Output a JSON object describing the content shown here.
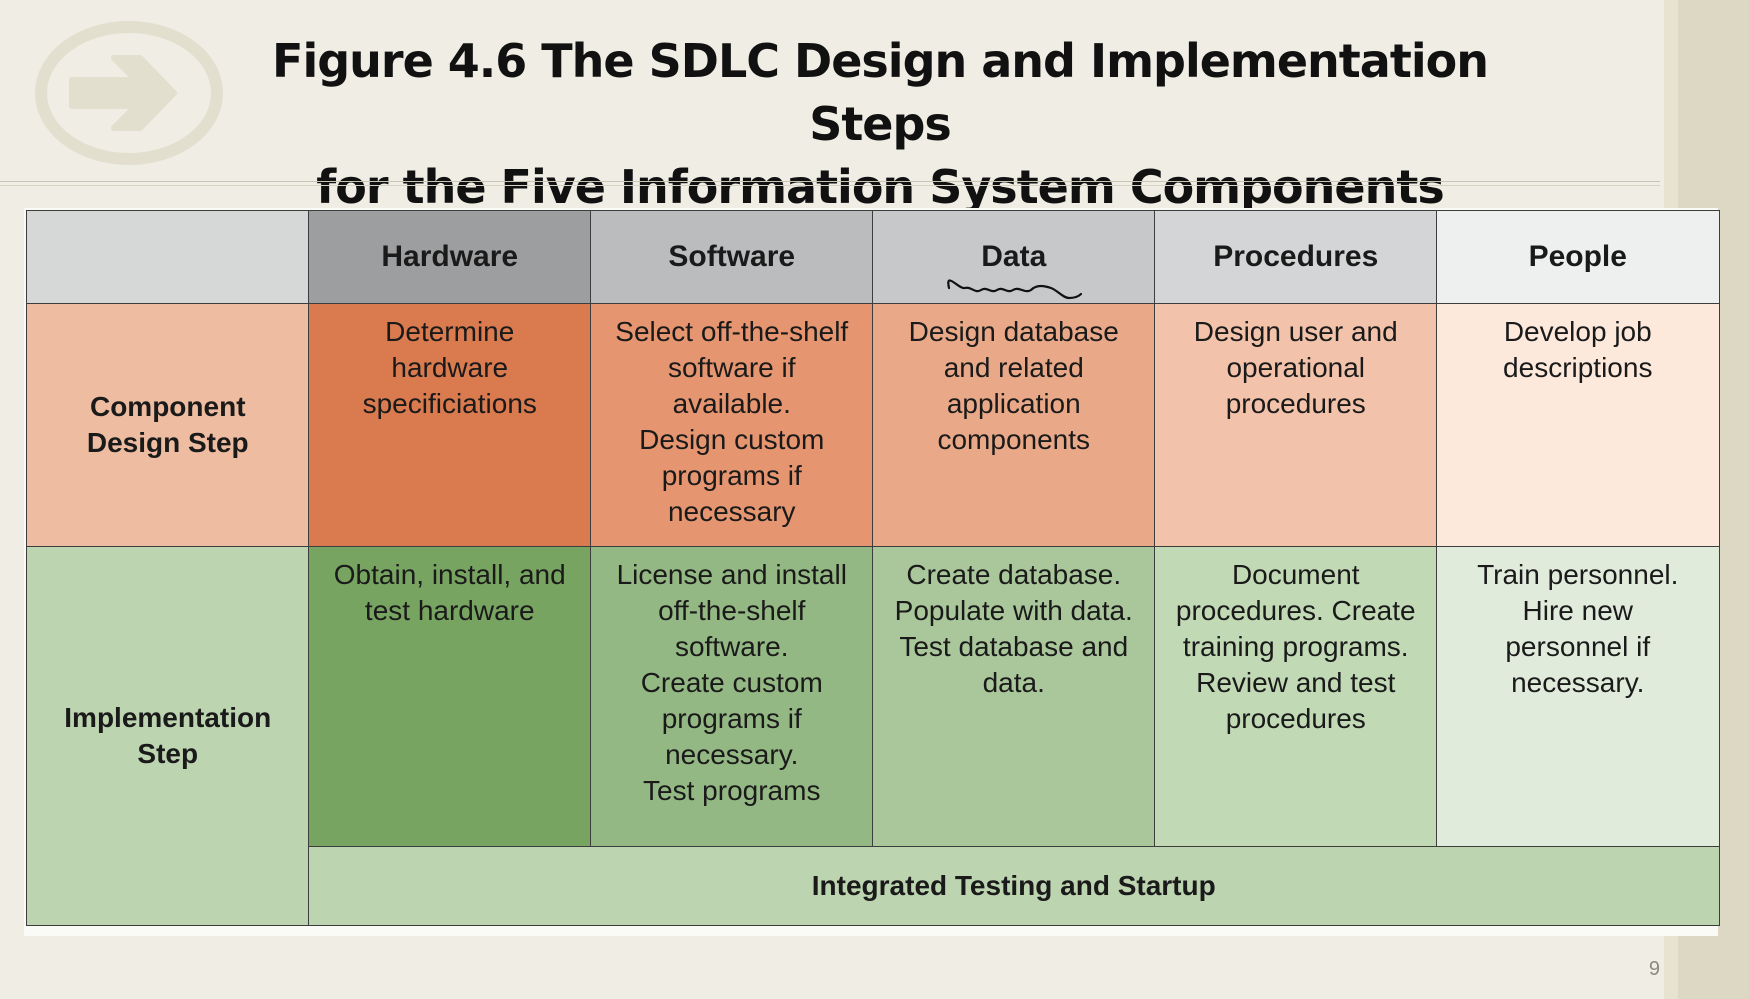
{
  "slide": {
    "title_line1": "Figure 4.6 The SDLC Design and Implementation Steps",
    "title_line2": "for the Five Information System Components",
    "page_number": "9",
    "logo_icon": "arrow-right-circle-icon"
  },
  "table": {
    "headers": [
      "Hardware",
      "Software",
      "Data",
      "Procedures",
      "People"
    ],
    "row_labels": {
      "design": [
        "Component",
        "Design Step"
      ],
      "implementation": [
        "Implementation",
        "Step"
      ]
    },
    "design_cells": [
      [
        "Determine",
        "hardware",
        "specificiations"
      ],
      [
        "Select off-the-shelf",
        "software if",
        "available.",
        "Design custom",
        "programs if",
        "necessary"
      ],
      [
        "Design database",
        "and related",
        "application",
        "components"
      ],
      [
        "Design user and",
        "operational",
        "procedures"
      ],
      [
        "Develop job",
        "descriptions"
      ]
    ],
    "implementation_cells": [
      [
        "Obtain, install, and",
        "test hardware"
      ],
      [
        "License and install",
        "off-the-shelf",
        "software.",
        "Create custom",
        "programs if",
        "necessary.",
        "Test programs"
      ],
      [
        "Create database.",
        "Populate with data.",
        "Test database and",
        "data."
      ],
      [
        "Document",
        "procedures. Create",
        "training programs.",
        "Review and test",
        "procedures"
      ],
      [
        "Train personnel.",
        "Hire new",
        "personnel if",
        "necessary."
      ]
    ],
    "footer": "Integrated Testing and Startup",
    "colors": {
      "header": [
        "#d6d8d8",
        "#9d9e9f",
        "#babcbe",
        "#c6c8ca",
        "#d3d5d6",
        "#eef0f0"
      ],
      "design": [
        "#eebca0",
        "#d97a4f",
        "#e5956f",
        "#e9a988",
        "#f2c3aa",
        "#fde9dc"
      ],
      "implementation": [
        "#bdd4b1",
        "#78a462",
        "#94b883",
        "#a9c79a",
        "#c1dab5",
        "#e1ebdc"
      ],
      "footer": "#bdd4b1"
    }
  }
}
